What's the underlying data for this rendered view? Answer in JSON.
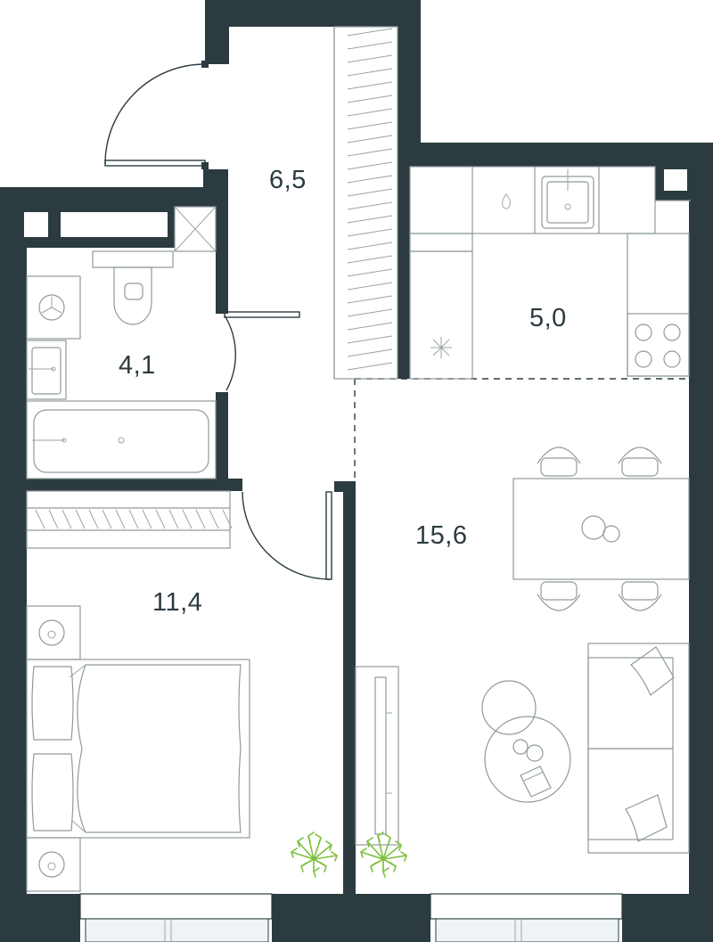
{
  "plan": {
    "rooms": [
      {
        "id": "hallway",
        "area": "6,5"
      },
      {
        "id": "bathroom",
        "area": "4,1"
      },
      {
        "id": "kitchen",
        "area": "5,0"
      },
      {
        "id": "bedroom",
        "area": "11,4"
      },
      {
        "id": "living-room",
        "area": "15,6"
      }
    ],
    "colors": {
      "wall": "#2b3b40",
      "furniture": "#8f9a9d",
      "plant": "#7cbf3a"
    }
  }
}
